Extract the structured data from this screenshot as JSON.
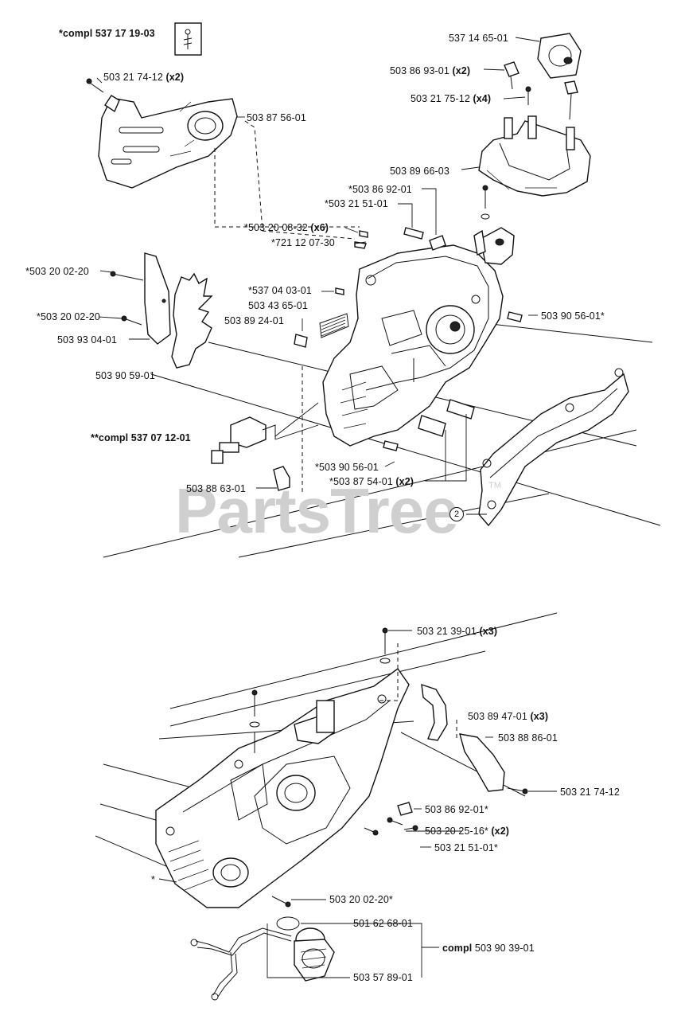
{
  "watermark": "PartsTree",
  "watermark_tm": "TM",
  "top_group": {
    "compl_kit": "*compl 537 17 19-03",
    "labels": [
      {
        "id": "l1",
        "part": "503 21 74-12",
        "qty": "(x2)"
      },
      {
        "id": "l2",
        "part": "503 87 56-01",
        "qty": ""
      },
      {
        "id": "l3",
        "part": "537 14 65-01",
        "qty": ""
      },
      {
        "id": "l4",
        "part": "503 86 93-01",
        "qty": "(x2)"
      },
      {
        "id": "l5",
        "part": "503 21 75-12",
        "qty": "(x4)"
      },
      {
        "id": "l6",
        "part": "503 89 66-03",
        "qty": ""
      },
      {
        "id": "l7",
        "part": "*503 86 92-01",
        "qty": ""
      },
      {
        "id": "l8",
        "part": "*503 21 51-01",
        "qty": ""
      },
      {
        "id": "l9",
        "part": "*503 20 08-32",
        "qty": "(x6)"
      },
      {
        "id": "l10",
        "part": "*721 12 07-30",
        "qty": ""
      },
      {
        "id": "l11",
        "part": "*503 20 02-20",
        "qty": ""
      },
      {
        "id": "l12",
        "part": "*537 04 03-01",
        "qty": ""
      },
      {
        "id": "l13",
        "part": "503 43 65-01",
        "qty": ""
      },
      {
        "id": "l14",
        "part": "503 89 24-01",
        "qty": ""
      },
      {
        "id": "l15",
        "part": "*503 20 02-20",
        "qty": ""
      },
      {
        "id": "l16",
        "part": "503 93 04-01",
        "qty": ""
      },
      {
        "id": "l17",
        "part": "503 90 56-01*",
        "qty": ""
      },
      {
        "id": "l18",
        "part": "503 90 59-01",
        "qty": ""
      },
      {
        "id": "l20",
        "part": "*503 90 56-01",
        "qty": ""
      },
      {
        "id": "l21",
        "part": "*503 87 54-01",
        "qty": "(x2)"
      },
      {
        "id": "l22",
        "part": "503 88 63-01",
        "qty": ""
      }
    ],
    "compl_oil_pump": "**compl 537 07 12-01",
    "callout": "2"
  },
  "bottom_group": {
    "labels": [
      {
        "id": "b1",
        "part": "503 21 39-01",
        "qty": "(x3)"
      },
      {
        "id": "b2",
        "part": "503 89 47-01",
        "qty": "(x3)"
      },
      {
        "id": "b3",
        "part": "503 88 86-01",
        "qty": ""
      },
      {
        "id": "b4",
        "part": "503 21 74-12",
        "qty": ""
      },
      {
        "id": "b5",
        "part": "503 86 92-01*",
        "qty": ""
      },
      {
        "id": "b6",
        "part": "503 20 25-16*",
        "qty": "(x2)"
      },
      {
        "id": "b7",
        "part": "503 21 51-01*",
        "qty": ""
      },
      {
        "id": "b8",
        "part": "503 20 02-20*",
        "qty": ""
      },
      {
        "id": "b9",
        "part": "501 62 68-01",
        "qty": ""
      },
      {
        "id": "b10",
        "part": "503 57 89-01",
        "qty": ""
      },
      {
        "id": "b12",
        "part": "*",
        "qty": ""
      }
    ],
    "compl_word": "compl",
    "compl_part": "503 90 39-01"
  }
}
